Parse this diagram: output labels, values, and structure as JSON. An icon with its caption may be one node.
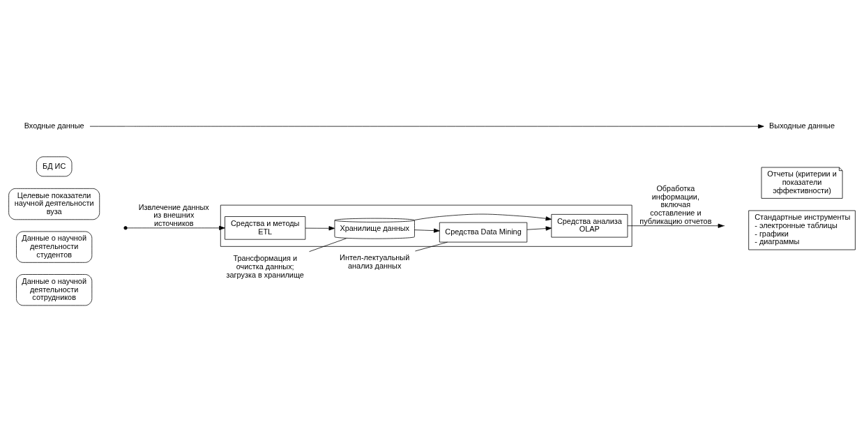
{
  "diagram": {
    "nodes": [
      {
        "text": [
          "БД ИС"
        ]
      },
      {
        "text": [
          "Целевые показатели научной деятельности вуза"
        ]
      },
      {
        "text": [
          "Данные о научной деятельности студентов"
        ]
      },
      {
        "text": [
          "Данные о научной деятельности сотрудников"
        ]
      },
      {
        "text": [],
        "shape": "box"
      },
      {
        "text": [
          "Средства и методы ETL"
        ],
        "in": 4
      },
      {
        "text": [
          "Средства Data Mining"
        ],
        "in": 4
      },
      {
        "text": [
          "Хранилище данных"
        ],
        "in": 4
      },
      {
        "text": [
          "Средства анализа OLAP"
        ],
        "in": 4
      },
      {
        "text": [
          "Отчеты (критерии и показатели эффективности)"
        ]
      },
      {
        "text": [
          "Стандартные инструменты",
          "- электронные таблицы",
          "- графики",
          "- диаграммы"
        ]
      },
      {
        "text": [
          "Входные данные"
        ]
      },
      {
        "text": [
          "Выходные данные"
        ]
      },
      {
        "text": [
          "Трансформация и очистка данных; загрузка в хранилище"
        ]
      },
      {
        "text": [
          "Интел-лектуальный анализ данных"
        ]
      }
    ],
    "edges": [
      {
        "from": null,
        "to": 5,
        "arrow": "to",
        "label": "Извлечение данных из внешних источников"
      },
      {
        "from": 5,
        "to": 7,
        "arrow": "to"
      },
      {
        "from": 7,
        "to": 6,
        "arrow": "to"
      },
      {
        "from": 6,
        "to": 8,
        "arrow": "to"
      },
      {
        "from": 7,
        "to": 8,
        "arrow": "to"
      },
      {
        "from": 8,
        "to": null,
        "arrow": "to",
        "label": "Обработка информации, включая составление и публикацию отчетов"
      },
      {
        "from": 13,
        "to": 7,
        "arrow": "none"
      },
      {
        "from": 14,
        "to": 6,
        "arrow": "none"
      },
      {
        "from": 11,
        "to": 12,
        "arrow": "to"
      }
    ]
  }
}
